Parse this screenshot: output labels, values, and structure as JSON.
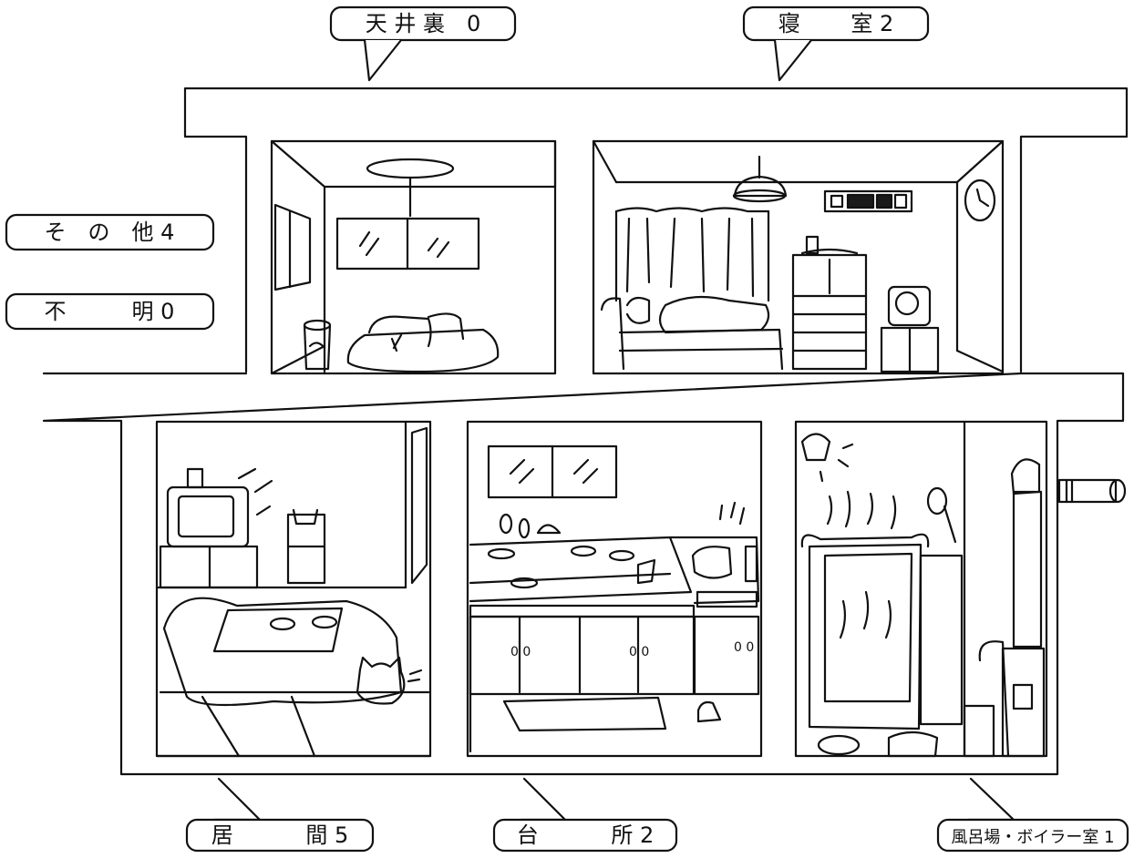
{
  "labels": {
    "attic": {
      "text": "天 井 裏　0",
      "room": "天井裏",
      "count": 0
    },
    "bedroom": {
      "text": "寝　　 室 2",
      "room": "寝室",
      "count": 2
    },
    "other": {
      "text": "そ　の　他 4",
      "room": "その他",
      "count": 4
    },
    "unknown": {
      "text": "不　　　明 0",
      "room": "不明",
      "count": 0
    },
    "living": {
      "text": "居　　　 間 5",
      "room": "居間",
      "count": 5
    },
    "kitchen": {
      "text": "台　　　 所 2",
      "room": "台所",
      "count": 2
    },
    "bath": {
      "text": "風呂場・ボイラー室 1",
      "room": "風呂場・ボイラー室",
      "count": 1
    }
  },
  "colors": {
    "ink": "#111111",
    "paper": "#ffffff",
    "shade": "#1a1a1a"
  }
}
